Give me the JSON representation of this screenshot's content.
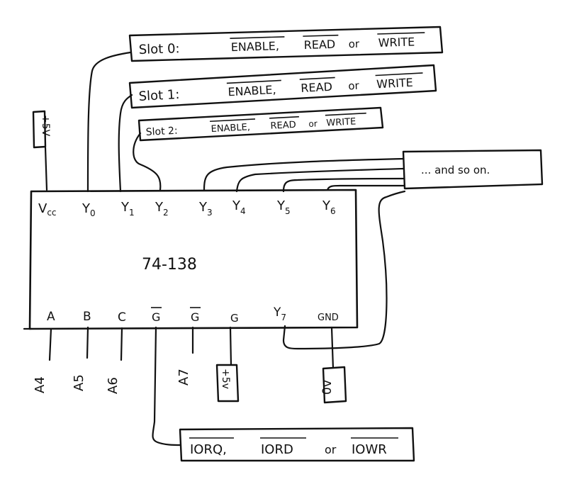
{
  "chip": {
    "name": "74-138",
    "top_pins": [
      {
        "id": "vcc",
        "label": "V",
        "sub": "cc"
      },
      {
        "id": "y0",
        "label": "Y",
        "sub": "0"
      },
      {
        "id": "y1",
        "label": "Y",
        "sub": "1"
      },
      {
        "id": "y2",
        "label": "Y",
        "sub": "2"
      },
      {
        "id": "y3",
        "label": "Y",
        "sub": "3"
      },
      {
        "id": "y4",
        "label": "Y",
        "sub": "4"
      },
      {
        "id": "y5",
        "label": "Y",
        "sub": "5"
      },
      {
        "id": "y6",
        "label": "Y",
        "sub": "6"
      }
    ],
    "bottom_pins": [
      {
        "id": "a",
        "label": "A"
      },
      {
        "id": "b",
        "label": "B"
      },
      {
        "id": "c",
        "label": "C"
      },
      {
        "id": "g2a",
        "label": "G"
      },
      {
        "id": "g2b",
        "label": "G"
      },
      {
        "id": "g1",
        "label": "G"
      },
      {
        "id": "y7",
        "label": "Y",
        "sub": "7"
      },
      {
        "id": "gnd",
        "label": "GND"
      }
    ]
  },
  "slots": [
    {
      "prefix": "Slot 0:",
      "enable": "ENABLE,",
      "read": "READ",
      "or": "or",
      "write": "WRITE"
    },
    {
      "prefix": "Slot 1:",
      "enable": "ENABLE,",
      "read": "READ",
      "or": "or",
      "write": "WRITE"
    },
    {
      "prefix": "Slot 2:",
      "enable": "ENABLE,",
      "read": "READ",
      "or": "or",
      "write": "WRITE"
    }
  ],
  "and_so_on": "... and so on.",
  "vcc_supply": "+5V",
  "g_supply": "+5v",
  "ground": "0v",
  "address_lines": [
    "A4",
    "A5",
    "A6",
    "A7"
  ],
  "io_box": {
    "iorq": "IORQ,",
    "iord": "IORD",
    "or": "or",
    "iowr": "IOWR"
  }
}
